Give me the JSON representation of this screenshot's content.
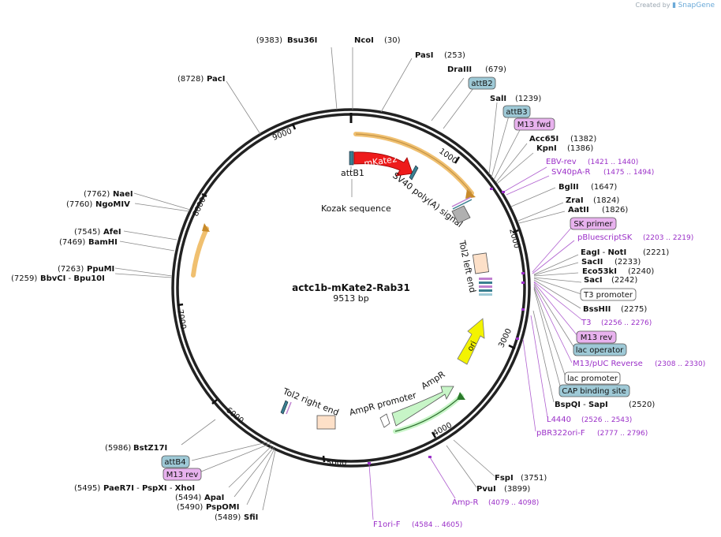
{
  "header": {
    "credit_prefix": "Created by",
    "credit_brand": "SnapGene"
  },
  "plasmid": {
    "name": "actc1b-mKate2-Rab31",
    "length": "9513 bp"
  },
  "tick_labels": [
    "1000",
    "2000",
    "3000",
    "4000",
    "5000",
    "6000",
    "7000",
    "8000",
    "9000"
  ],
  "features": {
    "mkate2": "mKate2",
    "attb1": "attB1",
    "kozak": "Kozak sequence",
    "sv40": "SV40 poly(A) signal",
    "tol2_left": "Tol2 left end",
    "ori": "ori",
    "ampr": "AmpR",
    "ampr_promoter": "AmpR promoter",
    "tol2_right": "Tol2 right end"
  },
  "site_labels": {
    "bsu36i": {
      "pos": "(9383)",
      "name": "Bsu36I"
    },
    "ncoi": {
      "name": "NcoI",
      "pos": "(30)"
    },
    "pasi": {
      "name": "PasI",
      "pos": "(253)"
    },
    "draiii": {
      "name": "DraIII",
      "pos": "(679)"
    },
    "attb2": {
      "name": "attB2"
    },
    "sali": {
      "name": "SalI",
      "pos": "(1239)"
    },
    "attb3": {
      "name": "attB3"
    },
    "m13fwd": {
      "name": "M13 fwd"
    },
    "acc65i": {
      "name": "Acc65I",
      "pos": "(1382)"
    },
    "kpni": {
      "name": "KpnI",
      "pos": "(1386)"
    },
    "ebvrev": {
      "name": "EBV-rev",
      "pos": "(1421 .. 1440)"
    },
    "sv40pa": {
      "name": "SV40pA-R",
      "pos": "(1475 .. 1494)"
    },
    "bglii": {
      "name": "BglII",
      "pos": "(1647)"
    },
    "zrai": {
      "name": "ZraI",
      "pos": "(1824)"
    },
    "aatii": {
      "name": "AatII",
      "pos": "(1826)"
    },
    "skprimer": {
      "name": "SK primer"
    },
    "pbluescript": {
      "name": "pBluescriptSK",
      "pos": "(2203 .. 2219)"
    },
    "eagi": {
      "name": "EagI",
      "sep": " - ",
      "name2": "NotI",
      "pos": "(2221)"
    },
    "sacii": {
      "name": "SacII",
      "pos": "(2233)"
    },
    "eco53ki": {
      "name": "Eco53kI",
      "pos": "(2240)"
    },
    "saci": {
      "name": "SacI",
      "pos": "(2242)"
    },
    "t3promoter": {
      "name": "T3 promoter"
    },
    "bsshii": {
      "name": "BssHII",
      "pos": "(2275)"
    },
    "t3": {
      "name": "T3",
      "pos": "(2256 .. 2276)"
    },
    "m13rev_r": {
      "name": "M13 rev"
    },
    "lacop": {
      "name": "lac operator"
    },
    "m13puc": {
      "name": "M13/pUC Reverse",
      "pos": "(2308 .. 2330)"
    },
    "lacprom": {
      "name": "lac promoter"
    },
    "cap": {
      "name": "CAP binding site"
    },
    "bspqi": {
      "name": "BspQI",
      "sep": " - ",
      "name2": "SapI",
      "pos": "(2520)"
    },
    "l4440": {
      "name": "L4440",
      "pos": "(2526 .. 2543)"
    },
    "pbr322": {
      "name": "pBR322ori-F",
      "pos": "(2777 .. 2796)"
    },
    "fspi": {
      "name": "FspI",
      "pos": "(3751)"
    },
    "pvui": {
      "name": "PvuI",
      "pos": "(3899)"
    },
    "ampr_primer": {
      "name": "Amp-R",
      "pos": "(4079 .. 4098)"
    },
    "f1ori": {
      "name": "F1ori-F",
      "pos": "(4584 .. 4605)"
    },
    "sfii": {
      "pos": "(5489)",
      "name": "SfiI"
    },
    "pspomi": {
      "pos": "(5490)",
      "name": "PspOMI"
    },
    "apai": {
      "pos": "(5494)",
      "name": "ApaI"
    },
    "paer7i": {
      "pos": "(5495)",
      "name": "PaeR7I",
      "sep": " - ",
      "name2": "PspXI",
      "sep2": " - ",
      "name3": "XhoI"
    },
    "m13rev_l": {
      "name": "M13 rev"
    },
    "attb4": {
      "name": "attB4"
    },
    "bstz17i": {
      "pos": "(5986)",
      "name": "BstZ17I"
    },
    "bbvci": {
      "pos": "(7259)",
      "name": "BbvCI",
      "sep": " - ",
      "name2": "Bpu10I"
    },
    "ppumi": {
      "pos": "(7263)",
      "name": "PpuMI"
    },
    "bamhi": {
      "pos": "(7469)",
      "name": "BamHI"
    },
    "afei": {
      "pos": "(7545)",
      "name": "AfeI"
    },
    "ngomiv": {
      "pos": "(7760)",
      "name": "NgoMIV"
    },
    "naei": {
      "pos": "(7762)",
      "name": "NaeI"
    },
    "paci": {
      "pos": "(8728)",
      "name": "PacI"
    }
  },
  "colors": {
    "primer_fill": "#e8b2ee",
    "primer_text": "#9b30c8",
    "attb_fill": "#9ec9d6",
    "mkate2": "#ee1b1b",
    "ori": "#f3f300",
    "ampr": "#c7f5c7",
    "orf": "#f0c070"
  }
}
